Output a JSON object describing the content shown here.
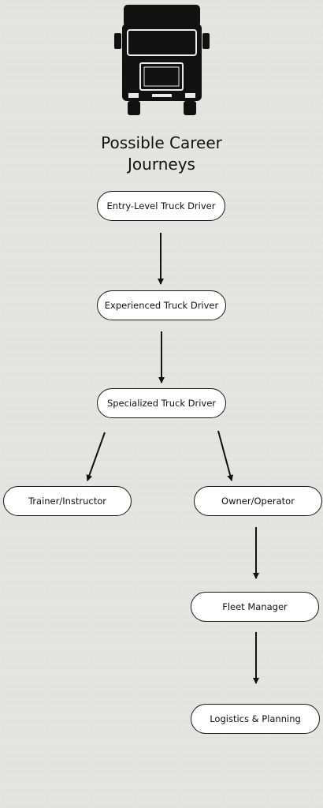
{
  "title": {
    "line1": "Possible Career",
    "line2": "Journeys"
  },
  "icon": "truck-front-icon",
  "nodes": {
    "entry": "Entry-Level Truck Driver",
    "experienced": "Experienced Truck Driver",
    "specialized": "Specialized Truck Driver",
    "trainer": "Trainer/Instructor",
    "owner": "Owner/Operator",
    "fleet": "Fleet Manager",
    "logistics": "Logistics & Planning"
  },
  "edges": [
    [
      "entry",
      "experienced"
    ],
    [
      "experienced",
      "specialized"
    ],
    [
      "specialized",
      "trainer"
    ],
    [
      "specialized",
      "owner"
    ],
    [
      "owner",
      "fleet"
    ],
    [
      "fleet",
      "logistics"
    ]
  ],
  "colors": {
    "background": "#e4e4e3",
    "node_fill": "#ffffff",
    "ink": "#111111"
  }
}
